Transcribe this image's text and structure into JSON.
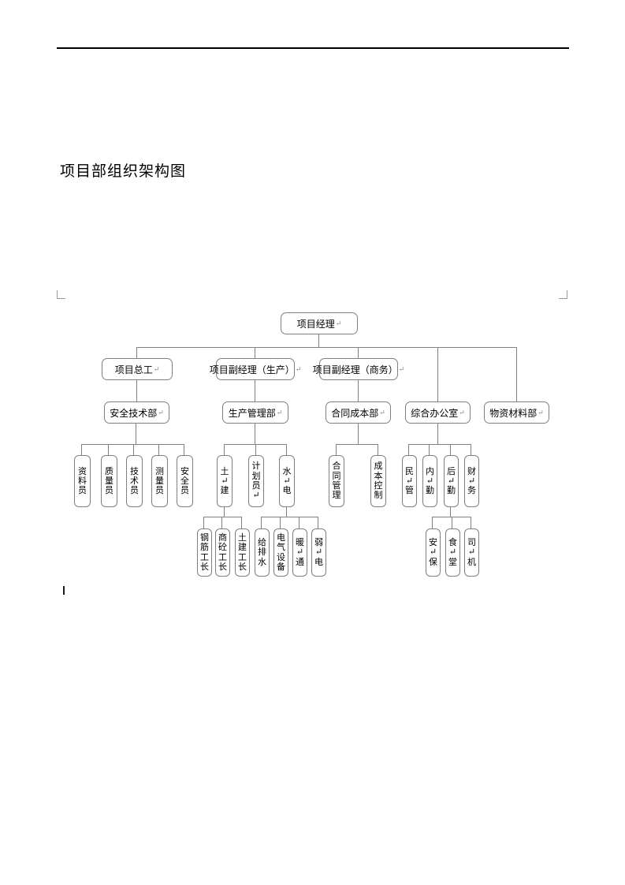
{
  "document": {
    "heading": "项目部组织架构图"
  },
  "colors": {
    "box_border": "#808080",
    "connector": "#808080",
    "paragraph_mark": "#8a8a8a",
    "top_rule": "#000000"
  },
  "org_chart": {
    "root": {
      "label": "项目经理",
      "mark": "↵"
    },
    "managers": [
      {
        "label": "项目总工",
        "mark": "↵"
      },
      {
        "label": "项目副经理（生产）",
        "mark": "↵"
      },
      {
        "label": "项目副经理（商务）",
        "mark": "↵"
      }
    ],
    "departments": [
      {
        "label": "安全技术部",
        "mark": "↵"
      },
      {
        "label": "生产管理部",
        "mark": "↵"
      },
      {
        "label": "合同成本部",
        "mark": "↵"
      },
      {
        "label": "综合办公室",
        "mark": "↵"
      },
      {
        "label": "物资材料部",
        "mark": "↵"
      }
    ],
    "safety_roles": [
      {
        "text": "资料员",
        "chars": [
          "资",
          "料",
          "员"
        ]
      },
      {
        "text": "质量员",
        "chars": [
          "质",
          "量",
          "员"
        ]
      },
      {
        "text": "技术员",
        "chars": [
          "技",
          "术",
          "员"
        ]
      },
      {
        "text": "测量员",
        "chars": [
          "测",
          "量",
          "员"
        ]
      },
      {
        "text": "安全员",
        "chars": [
          "安",
          "全",
          "员"
        ]
      }
    ],
    "production_roles": [
      {
        "text": "土建",
        "chars": [
          "土",
          "↵",
          "建"
        ]
      },
      {
        "text": "计划员",
        "chars": [
          "计",
          "划",
          "员",
          "↵"
        ]
      },
      {
        "text": "水电",
        "chars": [
          "水",
          "↵",
          "电"
        ]
      }
    ],
    "contract_roles": [
      {
        "text": "合同管理",
        "chars": [
          "合",
          "同",
          "管",
          "理"
        ]
      },
      {
        "text": "成本控制",
        "chars": [
          "成",
          "本",
          "控",
          "制"
        ]
      }
    ],
    "office_roles": [
      {
        "text": "民管",
        "chars": [
          "民",
          "↵",
          "管"
        ]
      },
      {
        "text": "内勤",
        "chars": [
          "内",
          "↵",
          "勤"
        ]
      },
      {
        "text": "后勤",
        "chars": [
          "后",
          "↵",
          "勤"
        ]
      },
      {
        "text": "财务",
        "chars": [
          "财",
          "↵",
          "务"
        ]
      }
    ],
    "civil_crew": [
      {
        "text": "钢筋工长",
        "chars": [
          "钢",
          "筋",
          "工",
          "长"
        ]
      },
      {
        "text": "商砼工长",
        "chars": [
          "商",
          "砼",
          "工",
          "长"
        ]
      },
      {
        "text": "土建工长",
        "chars": [
          "土",
          "建",
          "工",
          "长"
        ]
      }
    ],
    "mep_crew": [
      {
        "text": "给排水",
        "chars": [
          "给",
          "排",
          "水"
        ]
      },
      {
        "text": "电气设备",
        "chars": [
          "电",
          "气",
          "设",
          "备"
        ]
      },
      {
        "text": "暖通",
        "chars": [
          "暖",
          "↵",
          "通"
        ]
      },
      {
        "text": "弱电",
        "chars": [
          "弱",
          "↵",
          "电"
        ]
      }
    ],
    "logistics_crew": [
      {
        "text": "安保",
        "chars": [
          "安",
          "↵",
          "保"
        ]
      },
      {
        "text": "食堂",
        "chars": [
          "食",
          "↵",
          "堂"
        ]
      },
      {
        "text": "司机",
        "chars": [
          "司",
          "↵",
          "机"
        ]
      }
    ]
  }
}
